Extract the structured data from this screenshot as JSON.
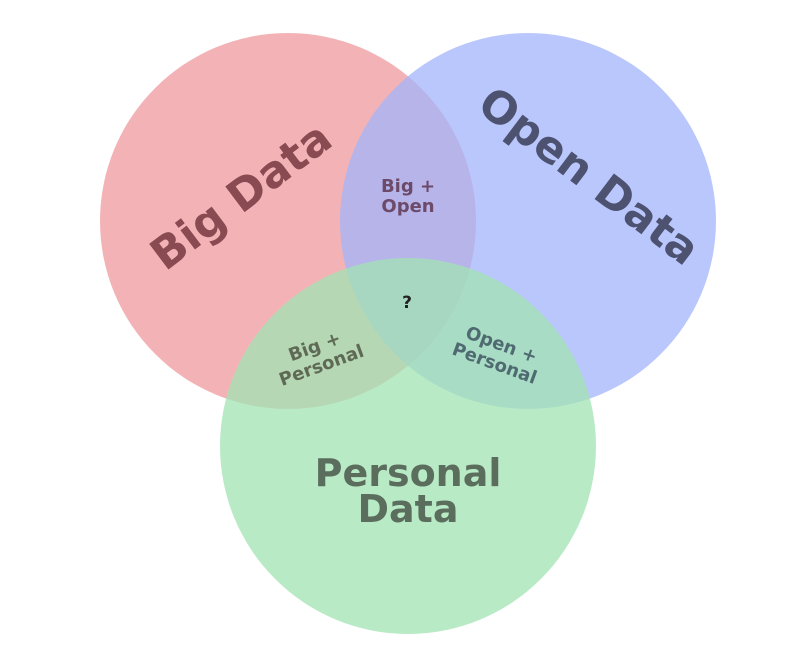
{
  "diagram": {
    "sets": [
      {
        "id": "big",
        "label": "Big Data",
        "color": "#ef9da1"
      },
      {
        "id": "open",
        "label": "Open Data",
        "color": "#a3b4fb"
      },
      {
        "id": "personal",
        "label_line1": "Personal",
        "label_line2": "Data",
        "color": "#a1e3b3"
      }
    ],
    "intersections": {
      "big_open": {
        "line1": "Big +",
        "line2": "Open"
      },
      "big_personal": {
        "line1": "Big +",
        "line2": "Personal"
      },
      "open_personal": {
        "line1": "Open +",
        "line2": "Personal"
      },
      "all": "?"
    }
  }
}
